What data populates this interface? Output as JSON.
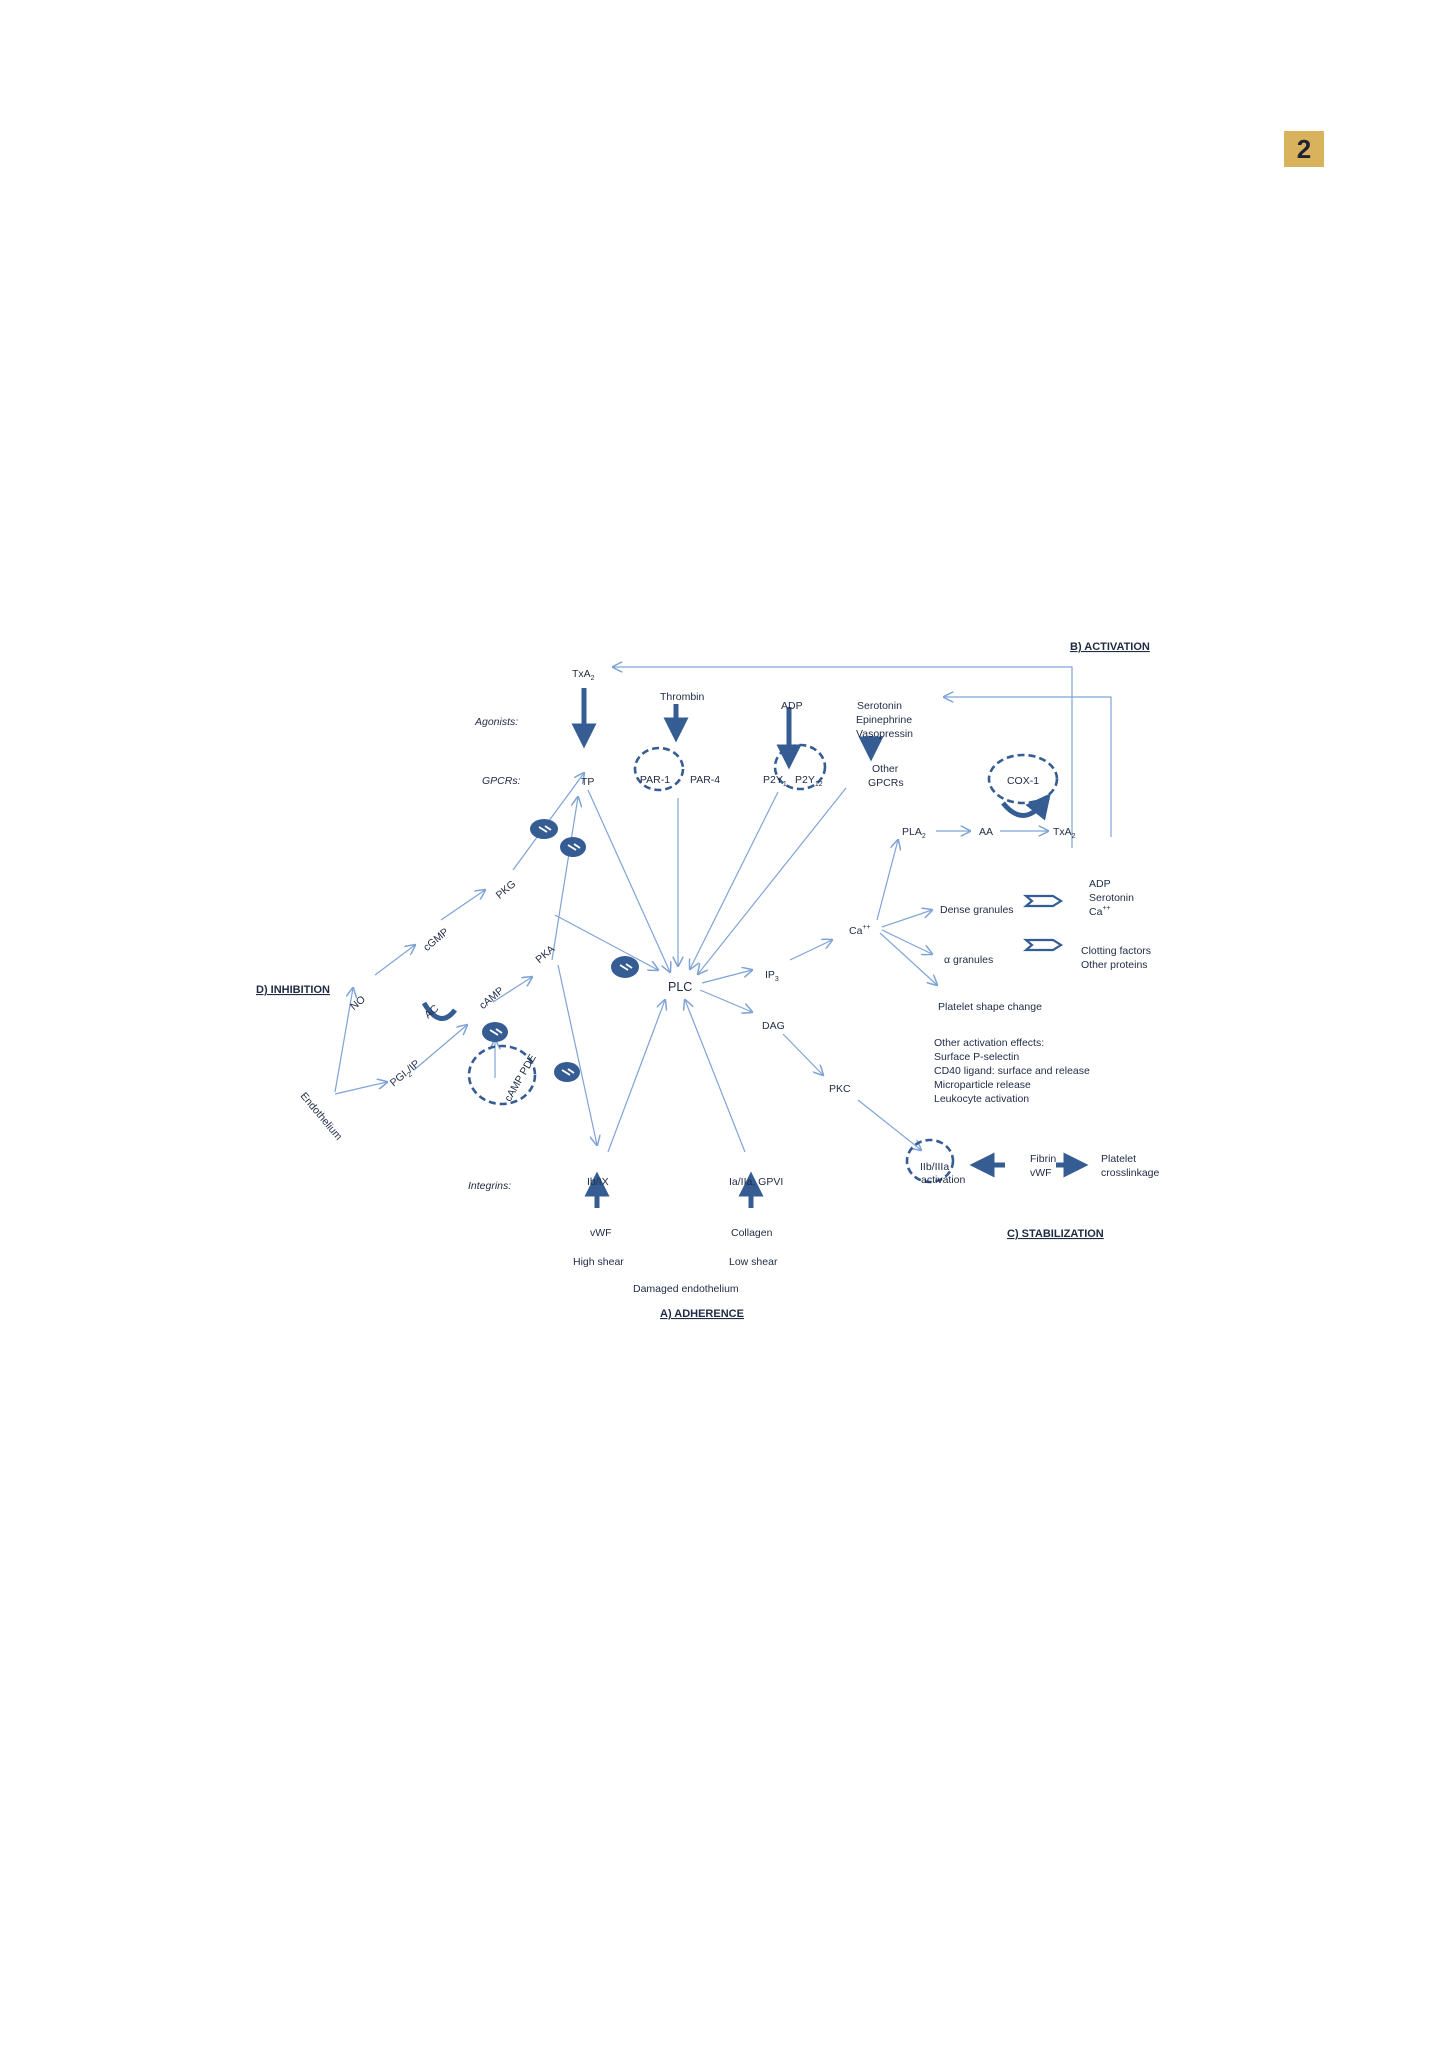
{
  "page_number": "2",
  "colors": {
    "arrow": "#7fa3d6",
    "block": "#355d93",
    "text": "#1f2a44",
    "badge": "#d8b25c"
  },
  "sections": {
    "activation": "B) ACTIVATION",
    "inhibition": "D) INHIBITION",
    "stabilization": "C) STABILIZATION",
    "adherence": "A) ADHERENCE"
  },
  "rows": {
    "agonists": "Agonists:",
    "gpcrs": "GPCRs:",
    "integrins": "Integrins:"
  },
  "agonists": {
    "txa2": "TxA",
    "txa2_sub": "2",
    "thrombin": "Thrombin",
    "adp": "ADP",
    "serotonin": "Serotonin",
    "epinephrine": "Epinephrine",
    "vasopressin": "Vasopressin"
  },
  "receptors": {
    "tp": "TP",
    "par1": "PAR-1",
    "par4": "PAR-4",
    "p2y1": "P2Y",
    "p2y1_sub": "1",
    "p2y12": "P2Y",
    "p2y12_sub": "12",
    "other_gpcrs_1": "Other",
    "other_gpcrs_2": "GPCRs"
  },
  "signaling": {
    "plc": "PLC",
    "ip3": "IP",
    "ip3_sub": "3",
    "dag": "DAG",
    "pkc": "PKC",
    "ca": "Ca",
    "ca_sup": "++",
    "pla2": "PLA",
    "pla2_sub": "2",
    "aa": "AA",
    "txa2": "TxA",
    "txa2_sub": "2",
    "cox1": "COX-1"
  },
  "granules": {
    "dense": "Dense granules",
    "dense_1": "ADP",
    "dense_2": "Serotonin",
    "dense_3": "Ca",
    "dense_3_sup": "++",
    "alpha": "α granules",
    "alpha_1": "Clotting factors",
    "alpha_2": "Other proteins",
    "shape": "Platelet shape change"
  },
  "other_effects": [
    "Other activation  effects:",
    "Surface P-selectin",
    "CD40 ligand: surface and release",
    "Microparticle release",
    "Leukocyte activation"
  ],
  "inhibition": {
    "no": "NO",
    "cgmp": "cGMP",
    "pkg": "PKG",
    "pka": "PKA",
    "camp": "cAMP",
    "ac": "AC",
    "pgi2": "PGI",
    "pgi2_sub": "2",
    "pgi2_tail": "/IP",
    "camp_pde": "cAMP PDE",
    "endothelium": "Endothelium"
  },
  "adherence": {
    "ib_ix": "Ib/IX",
    "ia_iia": "Ia/IIa, GPVI",
    "vwf": "vWF",
    "collagen": "Collagen",
    "high_shear": "High shear",
    "low_shear": "Low shear",
    "damaged": "Damaged endothelium"
  },
  "stabilization": {
    "iib_1": "IIb/IIIa",
    "iib_2": "activation",
    "fibrin": "Fibrin",
    "vwf": "vWF",
    "platelet_1": "Platelet",
    "platelet_2": "crosslinkage"
  }
}
